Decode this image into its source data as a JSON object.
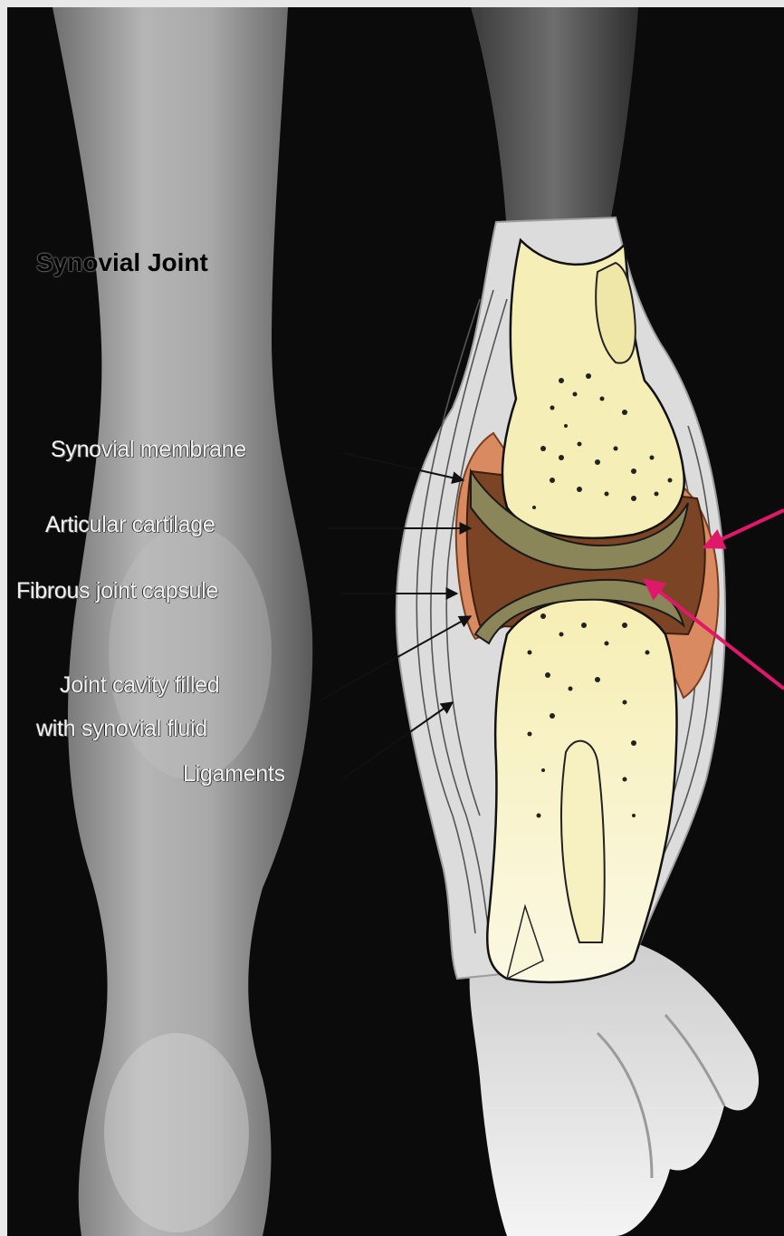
{
  "title": "Synovial Joint",
  "labels": {
    "synovial_membrane": "Synovial membrane",
    "articular_cartilage": "Articular cartilage",
    "fibrous_joint_capsule": "Fibrous joint capsule",
    "joint_cavity_line1": "Joint cavity filled",
    "joint_cavity_line2": "with synovial fluid",
    "ligaments": "Ligaments"
  },
  "colors": {
    "background": "#0b0b0b",
    "frame": "#e8e8e8",
    "bone": "#f5eeb7",
    "cartilage": "#8a865a",
    "cavity": "#7a4425",
    "membrane": "#d98a60",
    "capsule": "#d8d8d8",
    "arrow_accent": "#e0186a"
  }
}
